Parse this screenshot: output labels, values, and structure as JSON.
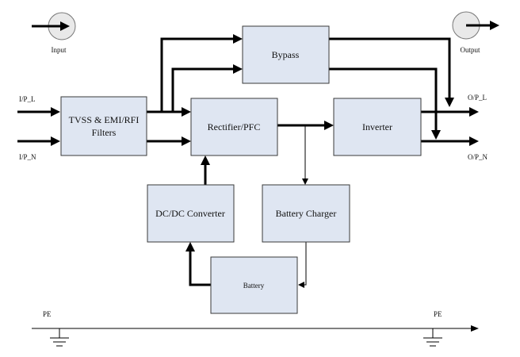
{
  "labels": {
    "input": "Input",
    "output": "Output",
    "ip_l": "I/P_L",
    "ip_n": "I/P_N",
    "op_l": "O/P_L",
    "op_n": "O/P_N",
    "pe_left": "PE",
    "pe_right": "PE"
  },
  "blocks": {
    "tvss_line1": "TVSS & EMI/RFI",
    "tvss_line2": "Filters",
    "bypass": "Bypass",
    "rectifier": "Rectifier/PFC",
    "inverter": "Inverter",
    "dcdc": "DC/DC Converter",
    "charger": "Battery Charger",
    "battery": "Battery"
  },
  "colors": {
    "box_fill": "#dfe6f2",
    "stroke": "#000000"
  }
}
